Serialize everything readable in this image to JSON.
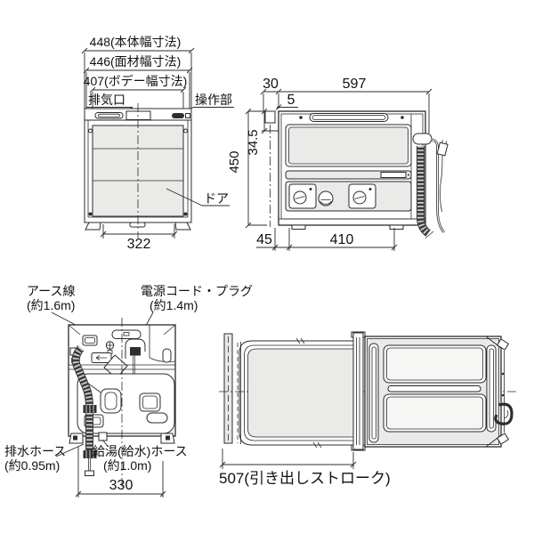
{
  "figure": {
    "front": {
      "dim_width_body": "448(本体幅寸法)",
      "dim_width_face": "446(面材幅寸法)",
      "dim_width_inner": "407(ボデー幅寸法)",
      "label_exhaust": "排気口",
      "label_control": "操作部",
      "label_door": "ドア",
      "dim_bottom": "322"
    },
    "side": {
      "dim_front_offset": "30",
      "dim_depth": "597",
      "dim_gap": "5",
      "dim_top_offset": "34.5",
      "dim_height": "450",
      "dim_foot_front": "45",
      "dim_foot_span": "410"
    },
    "rear": {
      "label_earth_line1": "アース線",
      "label_earth_line2": "(約1.6m)",
      "label_power_line1": "電源コード・プラグ",
      "label_power_line2": "(約1.4m)",
      "label_drain_line1": "排水ホース",
      "label_drain_line2": "(約0.95m)",
      "label_supply_line1": "給湯(給水)ホース",
      "label_supply_line2": "(約1.0m)",
      "dim_bottom": "330"
    },
    "open": {
      "dim_stroke": "507(引き出しストローク)"
    },
    "colors": {
      "line": "#2b2b2b",
      "panel_fill": "#eaeae8",
      "background": "#ffffff"
    }
  }
}
